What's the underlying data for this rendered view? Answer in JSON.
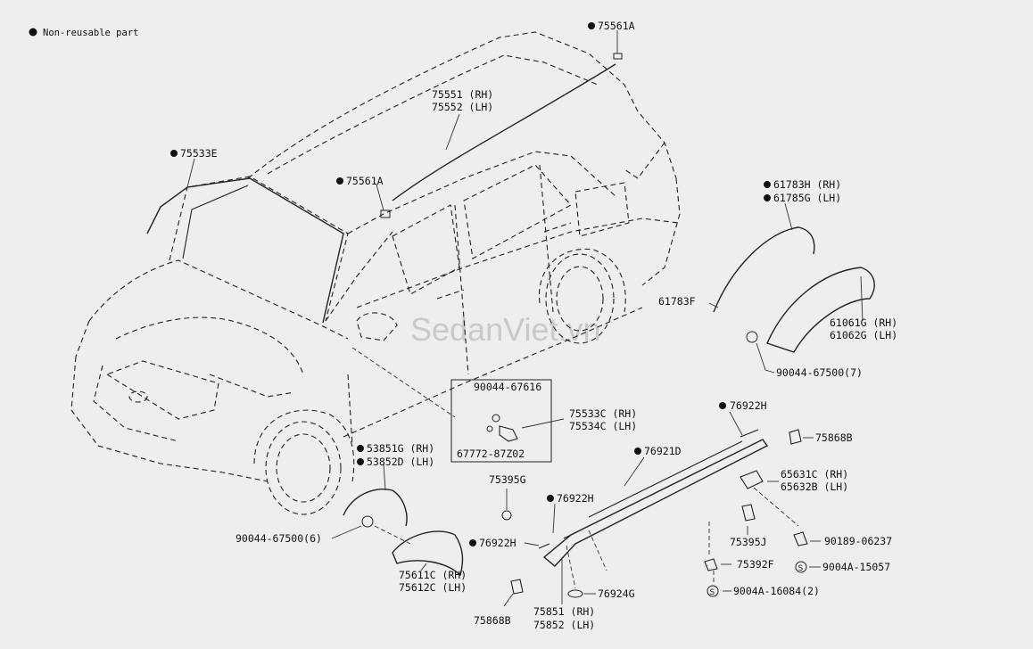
{
  "legend": {
    "text": "Non-reusable part"
  },
  "watermark": "SedanViet.vn",
  "labels": {
    "p75561a_top": "75561A",
    "p75551": "75551 (RH)",
    "p75552": "75552 (LH)",
    "p75533e": "75533E",
    "p75561a_mid": "75561A",
    "p61783h": "61783H (RH)",
    "p61785g": "61785G (LH)",
    "p61783f": "61783F",
    "p61061g": "61061G (RH)",
    "p61062g": "61062G (LH)",
    "p90044_675007": "90044-67500(7)",
    "p90044_67616": "90044-67616",
    "p67772": "67772-87Z02",
    "p75533c": "75533C (RH)",
    "p75534c": "75534C (LH)",
    "p76922h_a": "76922H",
    "p75868b_a": "75868B",
    "p76921d": "76921D",
    "p65631c": "65631C (RH)",
    "p65632b": "65632B (LH)",
    "p53851g": "53851G (RH)",
    "p53852d": "53852D (LH)",
    "p75395g": "75395G",
    "p76922h_b": "76922H",
    "p75395j": "75395J",
    "p90189": "90189-06237",
    "p90044_675006": "90044-67500(6)",
    "p76922h_c": "76922H",
    "p75392f": "75392F",
    "p9004a_15057": "9004A-15057",
    "p75611c": "75611C (RH)",
    "p75612c": "75612C (LH)",
    "p9004a_16084": "9004A-16084(2)",
    "p76924g": "76924G",
    "p75868b_b": "75868B",
    "p75851": "75851 (RH)",
    "p75852": "75852 (LH)"
  },
  "markers": {
    "dot_icon": "filled-circle",
    "s_icon": "circled-S",
    "dot_color": "#111111"
  }
}
